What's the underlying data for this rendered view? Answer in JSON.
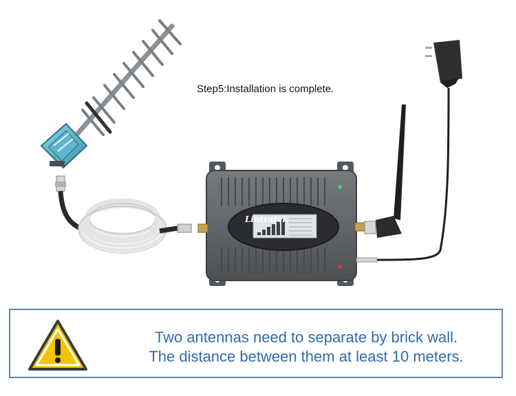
{
  "caption": "Step5:Installation is complete.",
  "device": {
    "brand": "Lintratek"
  },
  "warning": {
    "icon": "warning-triangle-icon",
    "line1": "Two antennas need to separate by brick wall.",
    "line2": "The distance between them at least 10 meters."
  },
  "colors": {
    "border": "#5a86b3",
    "text": "#2f6bb0",
    "warning_fill": "#f2c400",
    "device_body": "#5f6266"
  }
}
